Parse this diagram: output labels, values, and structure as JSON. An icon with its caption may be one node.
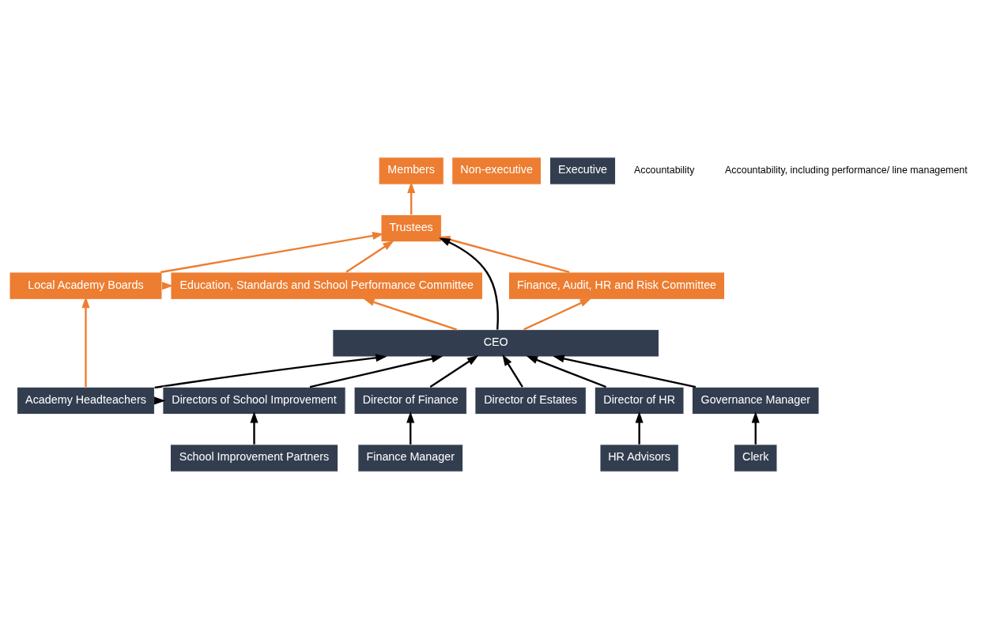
{
  "diagram": {
    "nodes": [
      {
        "text": [
          "Members"
        ]
      },
      {
        "text": [
          "Trustees"
        ]
      },
      {
        "text": [
          "Local Academy Boards"
        ]
      },
      {
        "text": [
          "Education, Standards and School Performance Committee"
        ]
      },
      {
        "text": [
          "Finance, Audit, HR and Risk Committee"
        ]
      },
      {
        "text": [
          "CEO"
        ]
      },
      {
        "text": [
          "Academy Headteachers"
        ]
      },
      {
        "text": [
          "Directors of School Improvement"
        ]
      },
      {
        "text": [
          "Director of Finance"
        ]
      },
      {
        "text": [
          "Director of Estates"
        ]
      },
      {
        "text": [
          "Director of HR"
        ]
      },
      {
        "text": [
          "Governance Manager"
        ]
      },
      {
        "text": [
          "School Improvement Partners"
        ]
      },
      {
        "text": [
          "Finance Manager"
        ]
      },
      {
        "text": [
          "HR Advisors"
        ]
      },
      {
        "text": [
          "Clerk"
        ]
      }
    ],
    "edges": [
      {
        "from": 1,
        "to": 0,
        "arrow": "to",
        "color": "#ed7d31"
      },
      {
        "from": 2,
        "to": 1,
        "arrow": "to",
        "color": "#ed7d31"
      },
      {
        "from": 2,
        "to": 3,
        "arrow": "to",
        "color": "#ed7d31"
      },
      {
        "from": 3,
        "to": 1,
        "arrow": "to",
        "color": "#ed7d31"
      },
      {
        "from": 5,
        "to": 1,
        "arrow": "to"
      },
      {
        "from": 4,
        "to": 1,
        "arrow": "to",
        "color": "#ed7d31"
      },
      {
        "from": 6,
        "to": 2,
        "arrow": "to",
        "color": "#ed7d31"
      },
      {
        "from": 5,
        "to": 3,
        "arrow": "to",
        "color": "#ed7d31"
      },
      {
        "from": 5,
        "to": 4,
        "arrow": "to",
        "color": "#ed7d31"
      },
      {
        "from": 6,
        "to": 5,
        "arrow": "to"
      },
      {
        "from": 6,
        "to": 7,
        "arrow": "to"
      },
      {
        "from": 7,
        "to": 5,
        "arrow": "to"
      },
      {
        "from": 8,
        "to": 5,
        "arrow": "to"
      },
      {
        "from": 9,
        "to": 5,
        "arrow": "to"
      },
      {
        "from": 10,
        "to": 5,
        "arrow": "to"
      },
      {
        "from": 11,
        "to": 5,
        "arrow": "to"
      },
      {
        "from": 12,
        "to": 7,
        "arrow": "to"
      },
      {
        "from": 13,
        "to": 8,
        "arrow": "to"
      },
      {
        "from": 14,
        "to": 10,
        "arrow": "to"
      },
      {
        "from": 15,
        "to": 11,
        "arrow": "to"
      }
    ],
    "legend": [
      {
        "text": "Non-executive",
        "color": "#ed7d31"
      },
      {
        "text": "Executive",
        "color": "#323e4f"
      },
      {
        "text": "Accountability"
      },
      {
        "text": "Accountability, including performance/ line management"
      }
    ]
  }
}
